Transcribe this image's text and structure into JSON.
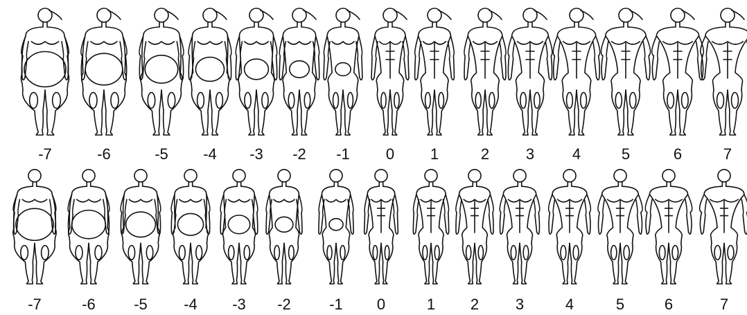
{
  "rows": [
    {
      "figure_type": "female",
      "figures": [
        {
          "label": "-7",
          "level": -7
        },
        {
          "label": "-6",
          "level": -6
        },
        {
          "label": "-5",
          "level": -5
        },
        {
          "label": "-4",
          "level": -4
        },
        {
          "label": "-3",
          "level": -3
        },
        {
          "label": "-2",
          "level": -2
        },
        {
          "label": "-1",
          "level": -1
        },
        {
          "label": "0",
          "level": 0
        },
        {
          "label": "1",
          "level": 1
        },
        {
          "label": "2",
          "level": 2
        },
        {
          "label": "3",
          "level": 3
        },
        {
          "label": "4",
          "level": 4
        },
        {
          "label": "5",
          "level": 5
        },
        {
          "label": "6",
          "level": 6
        },
        {
          "label": "7",
          "level": 7
        }
      ]
    },
    {
      "figure_type": "male",
      "figures": [
        {
          "label": "-7",
          "level": -7
        },
        {
          "label": "-6",
          "level": -6
        },
        {
          "label": "-5",
          "level": -5
        },
        {
          "label": "-4",
          "level": -4
        },
        {
          "label": "-3",
          "level": -3
        },
        {
          "label": "-2",
          "level": -2
        },
        {
          "label": "-1",
          "level": -1
        },
        {
          "label": "0",
          "level": 0
        },
        {
          "label": "1",
          "level": 1
        },
        {
          "label": "2",
          "level": 2
        },
        {
          "label": "3",
          "level": 3
        },
        {
          "label": "4",
          "level": 4
        },
        {
          "label": "5",
          "level": 5
        },
        {
          "label": "6",
          "level": 6
        },
        {
          "label": "7",
          "level": 7
        }
      ]
    }
  ]
}
